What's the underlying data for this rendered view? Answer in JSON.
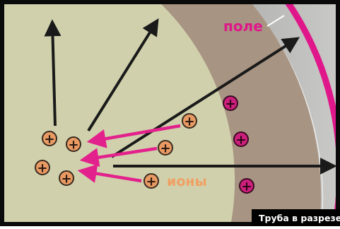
{
  "labels": {
    "field": "поле",
    "ions": "ионы",
    "caption": "Труба в разрезе"
  },
  "symbols": {
    "positive_charge": "+"
  },
  "colors": {
    "inner_region": "#d0d1ac",
    "shell_band": "#a89482",
    "outer_gray": "#8a8a88",
    "field_line": "#e0178a",
    "ion_fill": "#e99a63",
    "outer_charge_fill": "#cc1f7b",
    "arrow_black": "#1a1a1a",
    "arrow_magenta": "#e3218c",
    "border": "#0a0a0a",
    "caption_bg": "#000000",
    "caption_text": "#ffffff"
  },
  "icons": [
    "positive-ion-icon",
    "arrow-icon"
  ]
}
